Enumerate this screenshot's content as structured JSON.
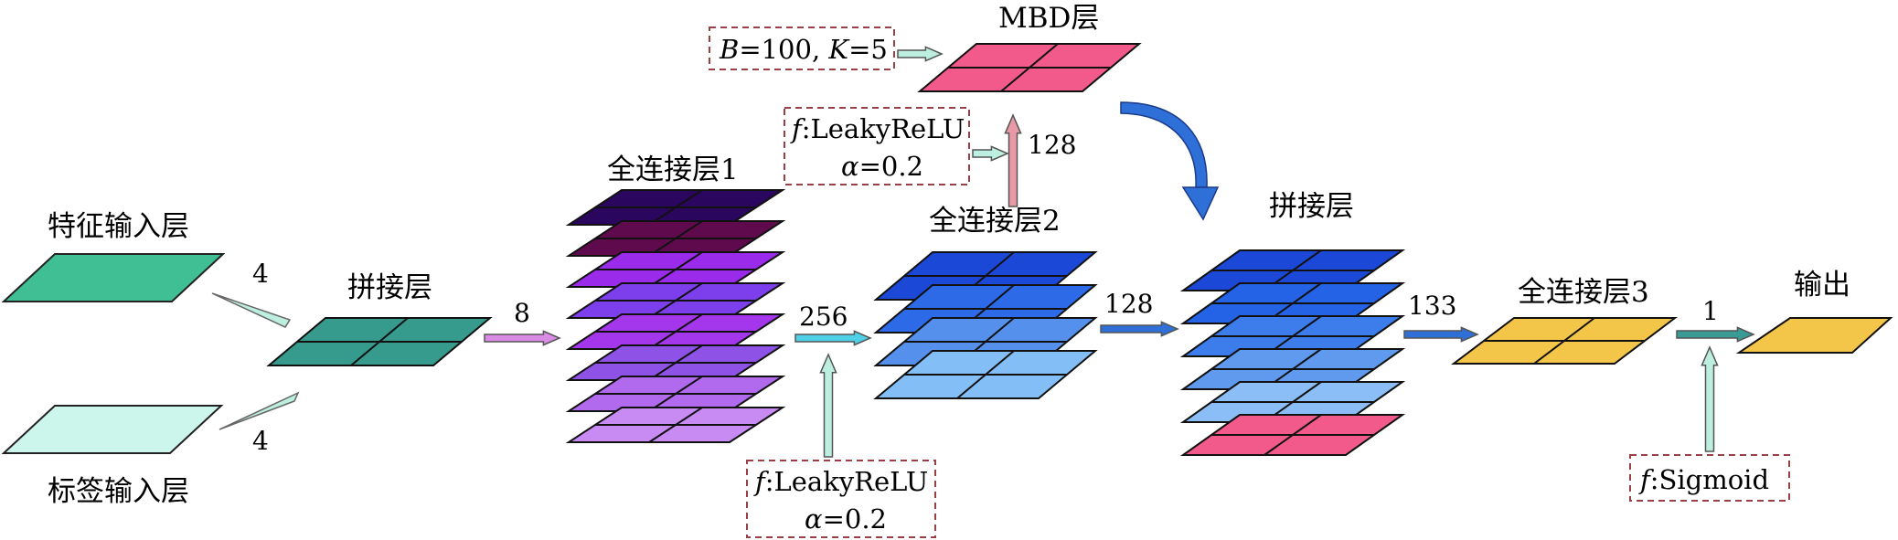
{
  "labels": {
    "feature_input": "特征输入层",
    "label_input": "标签输入层",
    "concat1": "拼接层",
    "fc1": "全连接层1",
    "fc2": "全连接层2",
    "mbd": "MBD层",
    "concat2": "拼接层",
    "fc3": "全连接层3",
    "output": "输出"
  },
  "dims": {
    "feature_to_concat": "4",
    "label_to_concat": "4",
    "concat_to_fc1": "8",
    "fc1_to_fc2": "256",
    "fc2_to_mbd": "128",
    "fc2_to_concat2": "128",
    "concat2_to_fc3": "133",
    "fc3_to_output": "1"
  },
  "params": {
    "mbd": {
      "b_sym": "B",
      "b_val": "=100, ",
      "k_sym": "K",
      "k_val": "=5"
    },
    "act_top": {
      "f_sym": "f",
      "f_val": ":LeakyReLU",
      "a_sym": "α",
      "a_val": "=0.2"
    },
    "act_bottom": {
      "f_sym": "f",
      "f_val": ":LeakyReLU",
      "a_sym": "α",
      "a_val": "=0.2"
    },
    "act_out": {
      "f_sym": "f",
      "f_val": ":Sigmoid"
    }
  },
  "colors": {
    "feature_input": "#40BE94",
    "label_input": "#CCF5EC",
    "concat1": "#369A8C",
    "fc1_layers": [
      "#2A065E",
      "#600A4E",
      "#9A2BEA",
      "#7D3FEC",
      "#A436EC",
      "#8E53E6",
      "#B16AEE",
      "#C88BF4"
    ],
    "fc2_layers": [
      "#1B48D6",
      "#2D6AE8",
      "#5591EC",
      "#84BEF6"
    ],
    "mbd": "#F15A8A",
    "concat2_layers": [
      "#1B48D6",
      "#2563E6",
      "#3C7CEB",
      "#5F9AEE",
      "#8BBDF6",
      "#F15A8A"
    ],
    "fc3": "#F3C548",
    "output": "#F3C548",
    "arrow_mint": "#BDEFE0",
    "arrow_purple": "#D98BE6",
    "arrow_cyan": "#4ED0E6",
    "arrow_blue": "#2E6FD8",
    "arrow_pink": "#E899A6",
    "arrow_teal": "#3A9A96",
    "dash_box": "#9A3F46"
  }
}
